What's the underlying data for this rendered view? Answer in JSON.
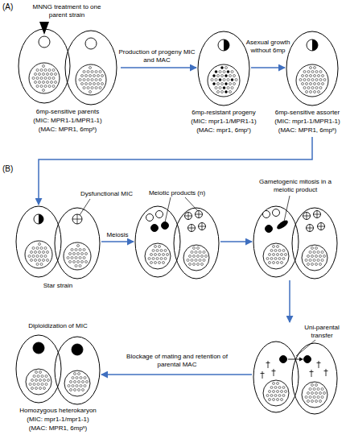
{
  "diagram": {
    "nodes": [
      {
        "text": [
          "6mp-sensitive parents",
          "(MIC: MPR1-1/MPR1-1)",
          "(MAC: MPR1, 6mpˢ)"
        ]
      },
      {
        "text": [
          "6mp-resistant progeny",
          "(MIC: mpr1-1/MPR1-1)",
          "(MAC: mpr1, 6mpʳ)"
        ]
      },
      {
        "text": [
          "6mp-sensitive assorter",
          "(MIC: mpr1-1/MPR1-1)",
          "(MAC: MPR1, 6mpˢ)"
        ]
      },
      {
        "text": [
          "Star strain"
        ]
      },
      {
        "text": [
          "Meiotic products (n)"
        ]
      },
      {
        "text": [
          "Gametogenic mitosis in a meiotic product"
        ]
      },
      {
        "text": [
          "Uni-parental transfer"
        ]
      },
      {
        "text": [
          "Diploidization of MIC",
          "Homozygous heterokaryon",
          "(MIC: mpr1-1/mpr1-1)",
          "(MAC: MPR1, 6mpˢ)"
        ]
      }
    ],
    "edges": [
      {
        "from": 0,
        "to": 1,
        "arrow": "to",
        "label": "Production of progeny MIC and MAC"
      },
      {
        "from": 1,
        "to": 2,
        "arrow": "to",
        "label": "Asexual growth without 6mp"
      },
      {
        "from": 2,
        "to": 3,
        "arrow": "to"
      },
      {
        "from": 3,
        "to": 4,
        "arrow": "to",
        "label": "Meiosis"
      },
      {
        "from": 4,
        "to": 5,
        "arrow": "to"
      },
      {
        "from": 5,
        "to": 6,
        "arrow": "to"
      },
      {
        "from": 6,
        "to": 7,
        "arrow": "to",
        "label": "Blockage of mating and retention of parental MAC"
      }
    ],
    "labels": [
      "(A)",
      "MNNG treatment to one parent strain",
      "(B)",
      "Dysfunctional MIC"
    ]
  }
}
